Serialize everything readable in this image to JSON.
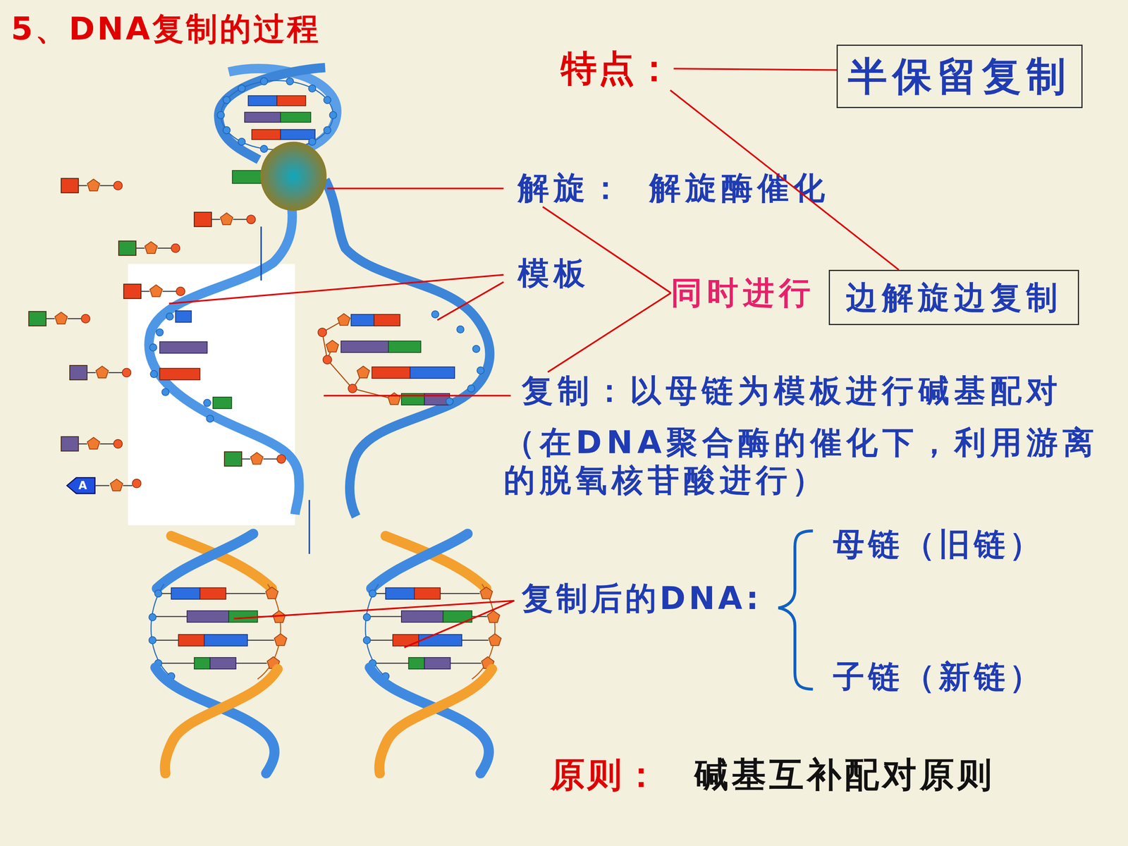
{
  "diagram": {
    "title": "5、DNA复制的过程",
    "nodes": [
      {
        "text": [
          "特点："
        ]
      },
      {
        "text": [
          "半保留复制"
        ]
      },
      {
        "text": [
          "解旋：",
          "解旋酶催化"
        ]
      },
      {
        "text": [
          "同时进行"
        ]
      },
      {
        "text": [
          "边解旋边复制"
        ]
      },
      {
        "text": [
          "复制：以母链为模板进行碱基配对",
          "（在DNA聚合酶的催化下，利用游离的脱氧核苷酸进行）"
        ]
      }
    ],
    "edges": [
      {
        "from": 0,
        "to": 1,
        "arrow": "none"
      },
      {
        "from": 0,
        "to": 4,
        "arrow": "none"
      },
      {
        "from": 2,
        "to": 3,
        "arrow": "none"
      },
      {
        "from": 5,
        "to": 3,
        "arrow": "none"
      }
    ],
    "labels": [
      "模板",
      "A",
      "母链（旧链）",
      "复制后的DNA:",
      "子链（新链）",
      "原则：",
      "碱基互补配对原则"
    ]
  }
}
